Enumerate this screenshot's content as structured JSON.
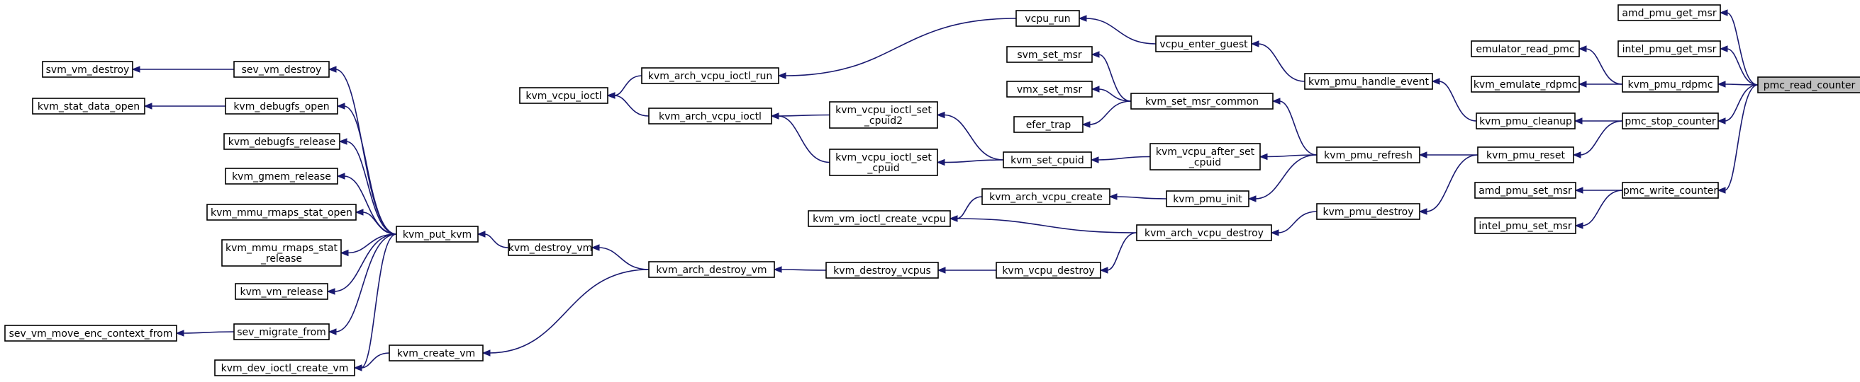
{
  "focus_function": "pmc_read_counter",
  "nodes": [
    {
      "id": "pmc_read_counter",
      "lines": [
        "pmc_read_counter"
      ],
      "focus": true
    },
    {
      "id": "amd_pmu_get_msr",
      "lines": [
        "amd_pmu_get_msr"
      ]
    },
    {
      "id": "intel_pmu_get_msr",
      "lines": [
        "intel_pmu_get_msr"
      ]
    },
    {
      "id": "kvm_pmu_rdpmc",
      "lines": [
        "kvm_pmu_rdpmc"
      ]
    },
    {
      "id": "pmc_stop_counter",
      "lines": [
        "pmc_stop_counter"
      ]
    },
    {
      "id": "pmc_write_counter",
      "lines": [
        "pmc_write_counter"
      ]
    },
    {
      "id": "emulator_read_pmc",
      "lines": [
        "emulator_read_pmc"
      ]
    },
    {
      "id": "kvm_emulate_rdpmc",
      "lines": [
        "kvm_emulate_rdpmc"
      ]
    },
    {
      "id": "kvm_pmu_cleanup",
      "lines": [
        "kvm_pmu_cleanup"
      ]
    },
    {
      "id": "kvm_pmu_reset",
      "lines": [
        "kvm_pmu_reset"
      ]
    },
    {
      "id": "amd_pmu_set_msr",
      "lines": [
        "amd_pmu_set_msr"
      ]
    },
    {
      "id": "intel_pmu_set_msr",
      "lines": [
        "intel_pmu_set_msr"
      ]
    },
    {
      "id": "kvm_pmu_handle_event",
      "lines": [
        "kvm_pmu_handle_event"
      ]
    },
    {
      "id": "kvm_pmu_refresh",
      "lines": [
        "kvm_pmu_refresh"
      ]
    },
    {
      "id": "kvm_pmu_destroy",
      "lines": [
        "kvm_pmu_destroy"
      ]
    },
    {
      "id": "vcpu_enter_guest",
      "lines": [
        "vcpu_enter_guest"
      ]
    },
    {
      "id": "vcpu_run",
      "lines": [
        "vcpu_run"
      ]
    },
    {
      "id": "kvm_set_msr_common",
      "lines": [
        "kvm_set_msr_common"
      ]
    },
    {
      "id": "svm_set_msr",
      "lines": [
        "svm_set_msr"
      ]
    },
    {
      "id": "vmx_set_msr",
      "lines": [
        "vmx_set_msr"
      ]
    },
    {
      "id": "efer_trap",
      "lines": [
        "efer_trap"
      ]
    },
    {
      "id": "kvm_vcpu_after_set_cpuid",
      "lines": [
        "kvm_vcpu_after_set",
        "_cpuid"
      ]
    },
    {
      "id": "kvm_set_cpuid",
      "lines": [
        "kvm_set_cpuid"
      ]
    },
    {
      "id": "kvm_vcpu_ioctl_set_cpuid2",
      "lines": [
        "kvm_vcpu_ioctl_set",
        "_cpuid2"
      ]
    },
    {
      "id": "kvm_vcpu_ioctl_set_cpuid",
      "lines": [
        "kvm_vcpu_ioctl_set",
        "_cpuid"
      ]
    },
    {
      "id": "kvm_arch_vcpu_ioctl",
      "lines": [
        "kvm_arch_vcpu_ioctl"
      ]
    },
    {
      "id": "kvm_arch_vcpu_ioctl_run",
      "lines": [
        "kvm_arch_vcpu_ioctl_run"
      ]
    },
    {
      "id": "kvm_vcpu_ioctl",
      "lines": [
        "kvm_vcpu_ioctl"
      ]
    },
    {
      "id": "kvm_pmu_init",
      "lines": [
        "kvm_pmu_init"
      ]
    },
    {
      "id": "kvm_arch_vcpu_create",
      "lines": [
        "kvm_arch_vcpu_create"
      ]
    },
    {
      "id": "kvm_vm_ioctl_create_vcpu",
      "lines": [
        "kvm_vm_ioctl_create_vcpu"
      ]
    },
    {
      "id": "kvm_arch_vcpu_destroy",
      "lines": [
        "kvm_arch_vcpu_destroy"
      ]
    },
    {
      "id": "kvm_vcpu_destroy",
      "lines": [
        "kvm_vcpu_destroy"
      ]
    },
    {
      "id": "kvm_destroy_vcpus",
      "lines": [
        "kvm_destroy_vcpus"
      ]
    },
    {
      "id": "kvm_arch_destroy_vm",
      "lines": [
        "kvm_arch_destroy_vm"
      ]
    },
    {
      "id": "kvm_destroy_vm",
      "lines": [
        "kvm_destroy_vm"
      ]
    },
    {
      "id": "kvm_create_vm",
      "lines": [
        "kvm_create_vm"
      ]
    },
    {
      "id": "kvm_dev_ioctl_create_vm",
      "lines": [
        "kvm_dev_ioctl_create_vm"
      ]
    },
    {
      "id": "kvm_put_kvm",
      "lines": [
        "kvm_put_kvm"
      ]
    },
    {
      "id": "sev_vm_destroy",
      "lines": [
        "sev_vm_destroy"
      ]
    },
    {
      "id": "svm_vm_destroy",
      "lines": [
        "svm_vm_destroy"
      ]
    },
    {
      "id": "kvm_debugfs_open",
      "lines": [
        "kvm_debugfs_open"
      ]
    },
    {
      "id": "kvm_stat_data_open",
      "lines": [
        "kvm_stat_data_open"
      ]
    },
    {
      "id": "kvm_debugfs_release",
      "lines": [
        "kvm_debugfs_release"
      ]
    },
    {
      "id": "kvm_gmem_release",
      "lines": [
        "kvm_gmem_release"
      ]
    },
    {
      "id": "kvm_mmu_rmaps_stat_open",
      "lines": [
        "kvm_mmu_rmaps_stat_open"
      ]
    },
    {
      "id": "kvm_mmu_rmaps_stat_release",
      "lines": [
        "kvm_mmu_rmaps_stat",
        "_release"
      ]
    },
    {
      "id": "kvm_vm_release",
      "lines": [
        "kvm_vm_release"
      ]
    },
    {
      "id": "sev_migrate_from",
      "lines": [
        "sev_migrate_from"
      ]
    },
    {
      "id": "sev_vm_move_enc_context_from",
      "lines": [
        "sev_vm_move_enc_context_from"
      ]
    }
  ],
  "edges": [
    [
      "amd_pmu_get_msr",
      "pmc_read_counter"
    ],
    [
      "intel_pmu_get_msr",
      "pmc_read_counter"
    ],
    [
      "kvm_pmu_rdpmc",
      "pmc_read_counter"
    ],
    [
      "pmc_stop_counter",
      "pmc_read_counter"
    ],
    [
      "pmc_write_counter",
      "pmc_read_counter"
    ],
    [
      "emulator_read_pmc",
      "kvm_pmu_rdpmc"
    ],
    [
      "kvm_emulate_rdpmc",
      "kvm_pmu_rdpmc"
    ],
    [
      "kvm_pmu_cleanup",
      "pmc_stop_counter"
    ],
    [
      "kvm_pmu_reset",
      "pmc_stop_counter"
    ],
    [
      "amd_pmu_set_msr",
      "pmc_write_counter"
    ],
    [
      "intel_pmu_set_msr",
      "pmc_write_counter"
    ],
    [
      "kvm_pmu_handle_event",
      "kvm_pmu_cleanup"
    ],
    [
      "kvm_pmu_refresh",
      "kvm_pmu_reset"
    ],
    [
      "kvm_pmu_destroy",
      "kvm_pmu_reset"
    ],
    [
      "vcpu_enter_guest",
      "kvm_pmu_handle_event"
    ],
    [
      "vcpu_run",
      "vcpu_enter_guest"
    ],
    [
      "kvm_arch_vcpu_ioctl_run",
      "vcpu_run"
    ],
    [
      "kvm_vcpu_ioctl",
      "kvm_arch_vcpu_ioctl_run"
    ],
    [
      "kvm_set_msr_common",
      "kvm_pmu_refresh"
    ],
    [
      "kvm_vcpu_after_set_cpuid",
      "kvm_pmu_refresh"
    ],
    [
      "kvm_pmu_init",
      "kvm_pmu_refresh"
    ],
    [
      "svm_set_msr",
      "kvm_set_msr_common"
    ],
    [
      "vmx_set_msr",
      "kvm_set_msr_common"
    ],
    [
      "efer_trap",
      "kvm_set_msr_common"
    ],
    [
      "kvm_set_cpuid",
      "kvm_vcpu_after_set_cpuid"
    ],
    [
      "kvm_vcpu_ioctl_set_cpuid2",
      "kvm_set_cpuid"
    ],
    [
      "kvm_vcpu_ioctl_set_cpuid",
      "kvm_set_cpuid"
    ],
    [
      "kvm_arch_vcpu_ioctl",
      "kvm_vcpu_ioctl_set_cpuid2"
    ],
    [
      "kvm_arch_vcpu_ioctl",
      "kvm_vcpu_ioctl_set_cpuid"
    ],
    [
      "kvm_vcpu_ioctl",
      "kvm_arch_vcpu_ioctl"
    ],
    [
      "kvm_arch_vcpu_create",
      "kvm_pmu_init"
    ],
    [
      "kvm_vm_ioctl_create_vcpu",
      "kvm_arch_vcpu_create"
    ],
    [
      "kvm_arch_vcpu_destroy",
      "kvm_pmu_destroy"
    ],
    [
      "kvm_vm_ioctl_create_vcpu",
      "kvm_arch_vcpu_destroy"
    ],
    [
      "kvm_vcpu_destroy",
      "kvm_arch_vcpu_destroy"
    ],
    [
      "kvm_destroy_vcpus",
      "kvm_vcpu_destroy"
    ],
    [
      "kvm_arch_destroy_vm",
      "kvm_destroy_vcpus"
    ],
    [
      "kvm_destroy_vm",
      "kvm_arch_destroy_vm"
    ],
    [
      "kvm_create_vm",
      "kvm_arch_destroy_vm"
    ],
    [
      "kvm_dev_ioctl_create_vm",
      "kvm_create_vm"
    ],
    [
      "kvm_put_kvm",
      "kvm_destroy_vm"
    ],
    [
      "sev_vm_destroy",
      "kvm_put_kvm"
    ],
    [
      "svm_vm_destroy",
      "sev_vm_destroy"
    ],
    [
      "kvm_debugfs_open",
      "kvm_put_kvm"
    ],
    [
      "kvm_stat_data_open",
      "kvm_debugfs_open"
    ],
    [
      "kvm_debugfs_release",
      "kvm_put_kvm"
    ],
    [
      "kvm_gmem_release",
      "kvm_put_kvm"
    ],
    [
      "kvm_mmu_rmaps_stat_open",
      "kvm_put_kvm"
    ],
    [
      "kvm_mmu_rmaps_stat_release",
      "kvm_put_kvm"
    ],
    [
      "kvm_vm_release",
      "kvm_put_kvm"
    ],
    [
      "sev_migrate_from",
      "kvm_put_kvm"
    ],
    [
      "sev_vm_move_enc_context_from",
      "sev_migrate_from"
    ],
    [
      "kvm_dev_ioctl_create_vm",
      "kvm_put_kvm"
    ]
  ]
}
